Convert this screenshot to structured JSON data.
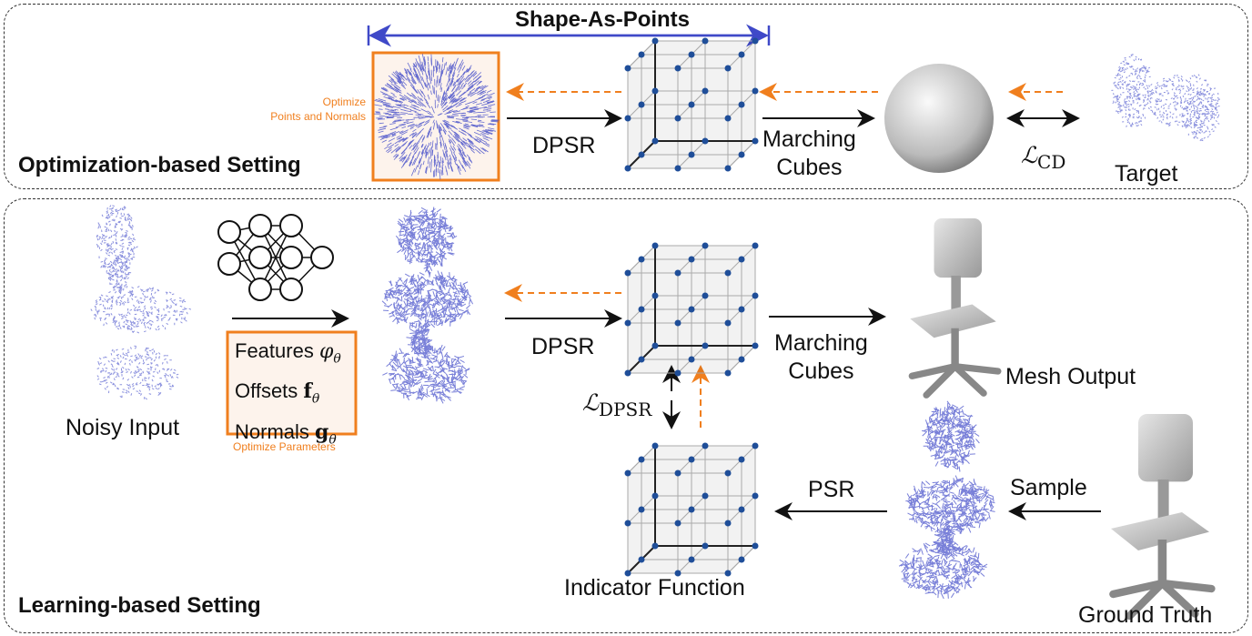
{
  "title": "Shape-As-Points",
  "optimization": {
    "label": "Optimization-based Setting",
    "optimize_note_1": "Optimize",
    "optimize_note_2": "Points and Normals",
    "dpsr": "DPSR",
    "marching_1": "Marching",
    "marching_2": "Cubes",
    "loss": "ℒ",
    "loss_sub": "CD",
    "target": "Target"
  },
  "learning": {
    "label": "Learning-based Setting",
    "noisy_input": "Noisy Input",
    "params": [
      {
        "name": "Features",
        "sym": "φ",
        "sub": "θ"
      },
      {
        "name": "Offsets",
        "sym": "f",
        "sub": "θ"
      },
      {
        "name": "Normals",
        "sym": "g",
        "sub": "θ"
      }
    ],
    "optimize_params": "Optimize Parameters",
    "dpsr": "DPSR",
    "marching_1": "Marching",
    "marching_2": "Cubes",
    "mesh_output": "Mesh Output",
    "loss": "ℒ",
    "loss_sub": "DPSR",
    "psr": "PSR",
    "sample": "Sample",
    "indicator": "Indicator Function",
    "ground_truth": "Ground Truth"
  },
  "colors": {
    "orange": "#f07f1e",
    "blue": "#3f49c8",
    "point_blue": "#1f4e99"
  }
}
